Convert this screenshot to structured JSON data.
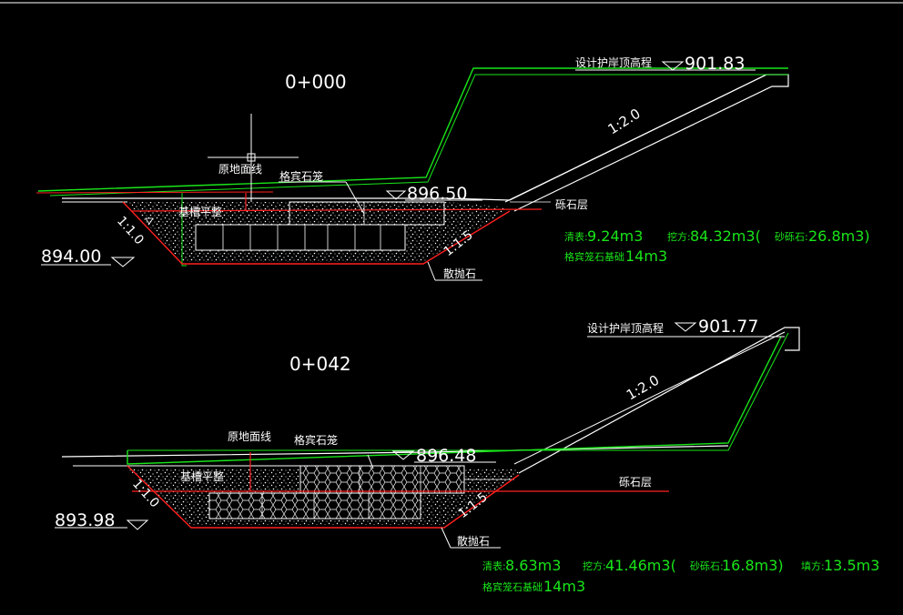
{
  "section1": {
    "chainage": "0+000",
    "design_top_label": "设计护岸顶高程",
    "design_top_elev": "901.83",
    "slope_upper": "1:2.0",
    "ground_line_label": "原地面线",
    "gabion_label": "格宾石笼",
    "surface_elev": "896.50",
    "gravel_label": "砾石层",
    "base_label": "基槽平整",
    "slope_left": "1:1.0",
    "slope_right": "1:1.5",
    "bottom_elev": "894.00",
    "riprap_label": "散抛石",
    "qty_clean_label": "清表:",
    "qty_clean": "9.24m3",
    "qty_excav_label": "挖方:",
    "qty_excav": "84.32m3(",
    "qty_gravel_label": "砂砾石:",
    "qty_gravel": "26.8m3)",
    "qty_base_label": "格宾笼石基础",
    "qty_base": "14m3"
  },
  "section2": {
    "chainage": "0+042",
    "design_top_label": "设计护岸顶高程",
    "design_top_elev": "901.77",
    "slope_upper": "1:2.0",
    "ground_line_label": "原地面线",
    "gabion_label": "格宾石笼",
    "surface_elev": "896.48",
    "gravel_label": "砾石层",
    "base_label": "基槽平整",
    "slope_left": "1:1.0",
    "slope_right": "1:1.5",
    "bottom_elev": "893.98",
    "riprap_label": "散抛石",
    "qty_clean_label": "清表:",
    "qty_clean": "8.63m3",
    "qty_excav_label": "挖方:",
    "qty_excav": "41.46m3(",
    "qty_gravel_label": "砂砾石:",
    "qty_gravel": "16.8m3)",
    "qty_fill_label": "填方:",
    "qty_fill": "13.5m3",
    "qty_base_label": "格宾笼石基础",
    "qty_base": "14m3"
  },
  "colors": {
    "background": "#000000",
    "line": "#ffffff",
    "design": "#19e619",
    "excavation": "#ff2020"
  }
}
